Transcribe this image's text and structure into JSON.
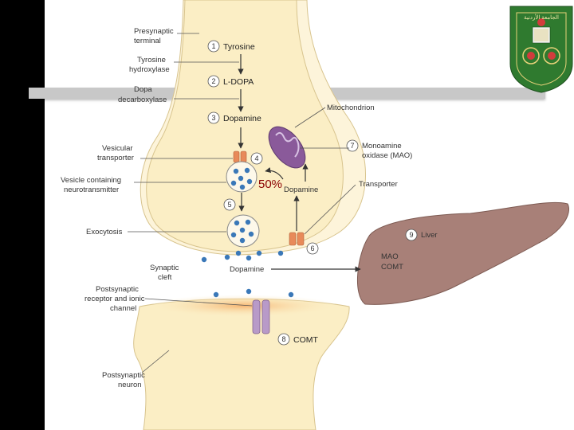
{
  "labels": {
    "presynaptic_terminal_1": "Presynaptic",
    "presynaptic_terminal_2": "terminal",
    "tyrosine_hydroxylase_1": "Tyrosine",
    "tyrosine_hydroxylase_2": "hydroxylase",
    "dopa_decarboxylase_1": "Dopa",
    "dopa_decarboxylase_2": "decarboxylase",
    "vesicular_transporter_1": "Vesicular",
    "vesicular_transporter_2": "transporter",
    "vesicle_containing_1": "Vesicle containing",
    "vesicle_containing_2": "neurotransmitter",
    "exocytosis": "Exocytosis",
    "synaptic_cleft_1": "Synaptic",
    "synaptic_cleft_2": "cleft",
    "postsynaptic_receptor_1": "Postsynaptic",
    "postsynaptic_receptor_2": "receptor and ionic",
    "postsynaptic_receptor_3": "channel",
    "postsynaptic_neuron_1": "Postsynaptic",
    "postsynaptic_neuron_2": "neuron",
    "mitochondrion": "Mitochondrion",
    "mao_1": "Monoamine",
    "mao_2": "oxidase (MAO)",
    "transporter": "Transporter",
    "liver": "Liver",
    "liver_mao": "MAO",
    "liver_comt": "COMT",
    "percent": "50%"
  },
  "steps": [
    {
      "num": "1",
      "text": "Tyrosine"
    },
    {
      "num": "2",
      "text": "L-DOPA"
    },
    {
      "num": "3",
      "text": "Dopamine"
    },
    {
      "num": "4",
      "text": ""
    },
    {
      "num": "5",
      "text": ""
    },
    {
      "num": "6",
      "text": ""
    },
    {
      "num": "7",
      "text": ""
    },
    {
      "num": "8",
      "text": "COMT"
    },
    {
      "num": "9",
      "text": ""
    }
  ],
  "dopamine_labels": {
    "vesicle_side": "Dopamine",
    "cleft": "Dopamine"
  },
  "colors": {
    "neuron_fill": "#fbeec5",
    "neuron_fill_light": "#fdf4da",
    "mitochondrion": "#8a5a9a",
    "receptor": "#b89ac8",
    "transporter": "#e88a5a",
    "molecule": "#3a78b8",
    "liver": "#a88078",
    "percent_text": "#8b0000",
    "emblem_green": "#2f7a2f"
  },
  "emblem": {
    "arabic_text": "الجامعة الأردنية"
  }
}
